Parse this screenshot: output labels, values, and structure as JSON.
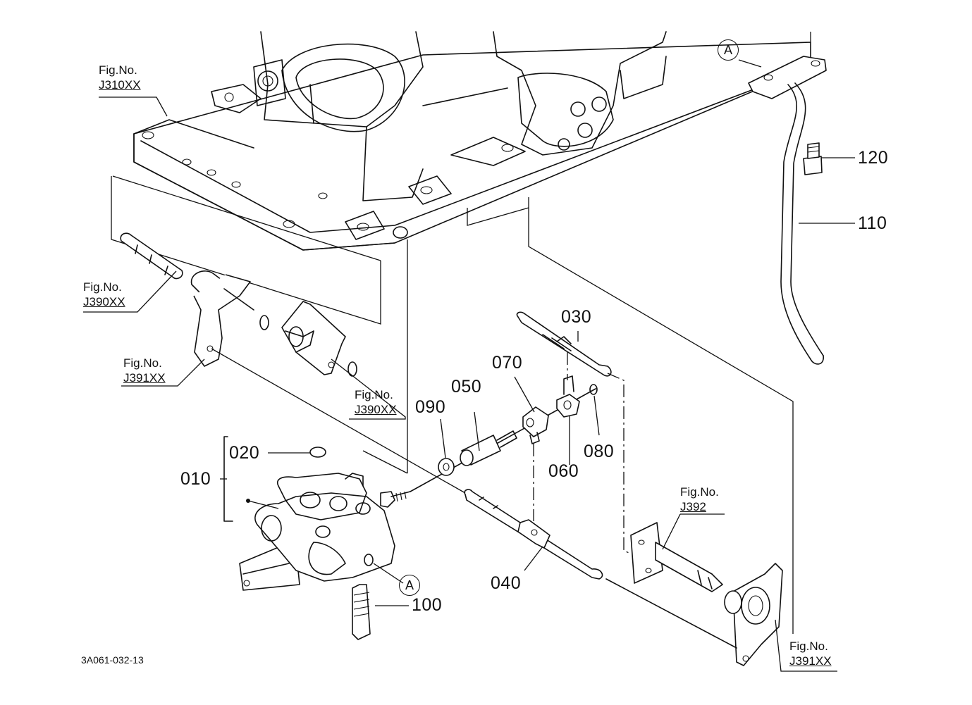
{
  "figure_refs": [
    {
      "prefix": "Fig.No.",
      "code": "J310XX"
    },
    {
      "prefix": "Fig.No.",
      "code": "J390XX"
    },
    {
      "prefix": "Fig.No.",
      "code": "J391XX"
    },
    {
      "prefix": "Fig.No.",
      "code": "J390XX"
    },
    {
      "prefix": "Fig.No.",
      "code": "J392"
    },
    {
      "prefix": "Fig.No.",
      "code": "J391XX"
    }
  ],
  "parts": {
    "p010": "010",
    "p020": "020",
    "p030": "030",
    "p040": "040",
    "p050": "050",
    "p060": "060",
    "p070": "070",
    "p080": "080",
    "p090": "090",
    "p100": "100",
    "p110": "110",
    "p120": "120"
  },
  "markers": {
    "a_top": "A",
    "a_bottom": "A"
  },
  "drawing_code": "3A061-032-13"
}
